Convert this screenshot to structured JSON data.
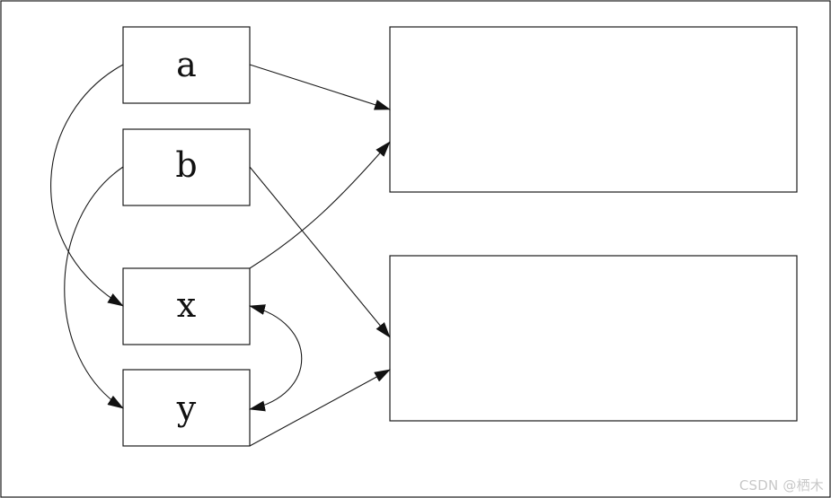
{
  "nodes": {
    "a": {
      "label": "a"
    },
    "b": {
      "label": "b"
    },
    "x": {
      "label": "x"
    },
    "y": {
      "label": "y"
    }
  },
  "watermark": "CSDN @栖木",
  "colors": {
    "stroke": "#1a1a1a",
    "background": "#ffffff",
    "watermark": "#c8c8c8"
  }
}
